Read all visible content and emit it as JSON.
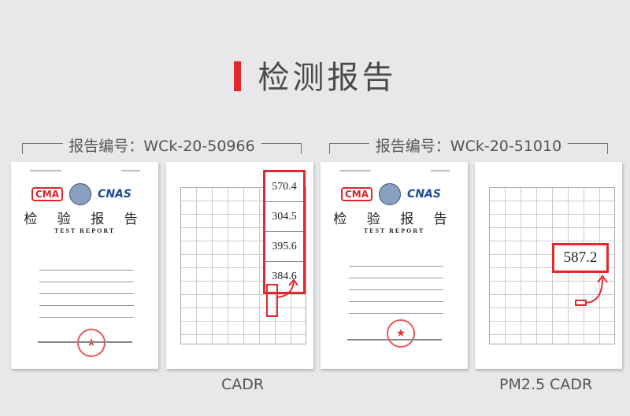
{
  "header": {
    "title": "检测报告",
    "accent": "#e0282e"
  },
  "groups": [
    {
      "label": "报告编号：WCk-20-50966",
      "caption": "CADR",
      "values": [
        "570.4",
        "304.5",
        "395.6",
        "384.6"
      ]
    },
    {
      "label": "报告编号：WCk-20-51010",
      "caption": "PM2.5 CADR",
      "values": [
        "587.2"
      ]
    }
  ],
  "cover": {
    "title": "检 验 报 告",
    "subtitle": "TEST REPORT",
    "cma": "CMA",
    "cnas": "CNAS"
  }
}
